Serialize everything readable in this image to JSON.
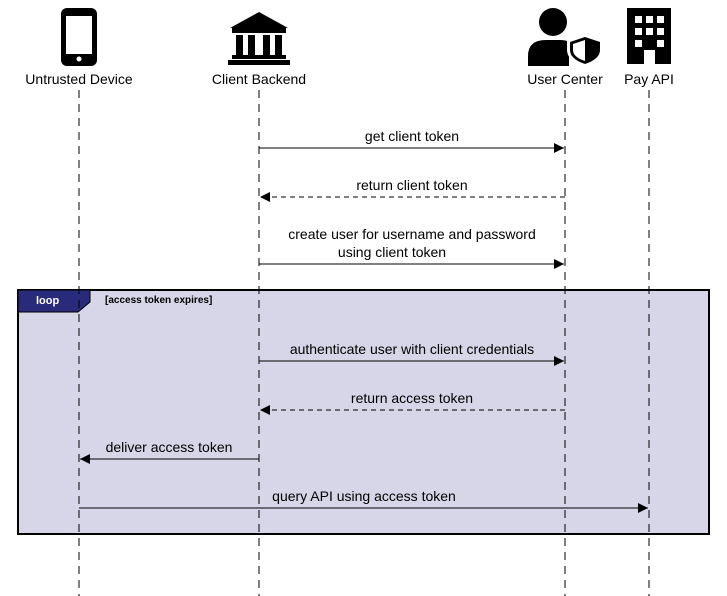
{
  "actors": [
    {
      "id": "device",
      "label": "Untrusted Device",
      "icon": "smartphone-icon"
    },
    {
      "id": "backend",
      "label": "Client Backend",
      "icon": "bank-building-icon"
    },
    {
      "id": "usercenter",
      "label": "User Center",
      "icon": "user-shield-icon"
    },
    {
      "id": "payapi",
      "label": "Pay API",
      "icon": "office-building-icon"
    }
  ],
  "loop": {
    "tag": "loop",
    "condition": "[access token expires]"
  },
  "messages": [
    {
      "from": "backend",
      "to": "usercenter",
      "lines": [
        "get client token"
      ],
      "style": "solid"
    },
    {
      "from": "usercenter",
      "to": "backend",
      "lines": [
        "return client token"
      ],
      "style": "dashed"
    },
    {
      "from": "backend",
      "to": "usercenter",
      "lines": [
        "create user for username and password",
        "using client token"
      ],
      "style": "solid"
    },
    {
      "from": "backend",
      "to": "usercenter",
      "lines": [
        "authenticate user with client credentials"
      ],
      "style": "solid"
    },
    {
      "from": "usercenter",
      "to": "backend",
      "lines": [
        "return access token"
      ],
      "style": "dashed"
    },
    {
      "from": "backend",
      "to": "device",
      "lines": [
        "deliver access token"
      ],
      "style": "solid"
    },
    {
      "from": "device",
      "to": "payapi",
      "lines": [
        "query API using access token"
      ],
      "style": "solid"
    }
  ],
  "colors": {
    "loop_fill": "#d6d6e8",
    "loop_tag": "#2a2a7a",
    "line": "#000000"
  }
}
